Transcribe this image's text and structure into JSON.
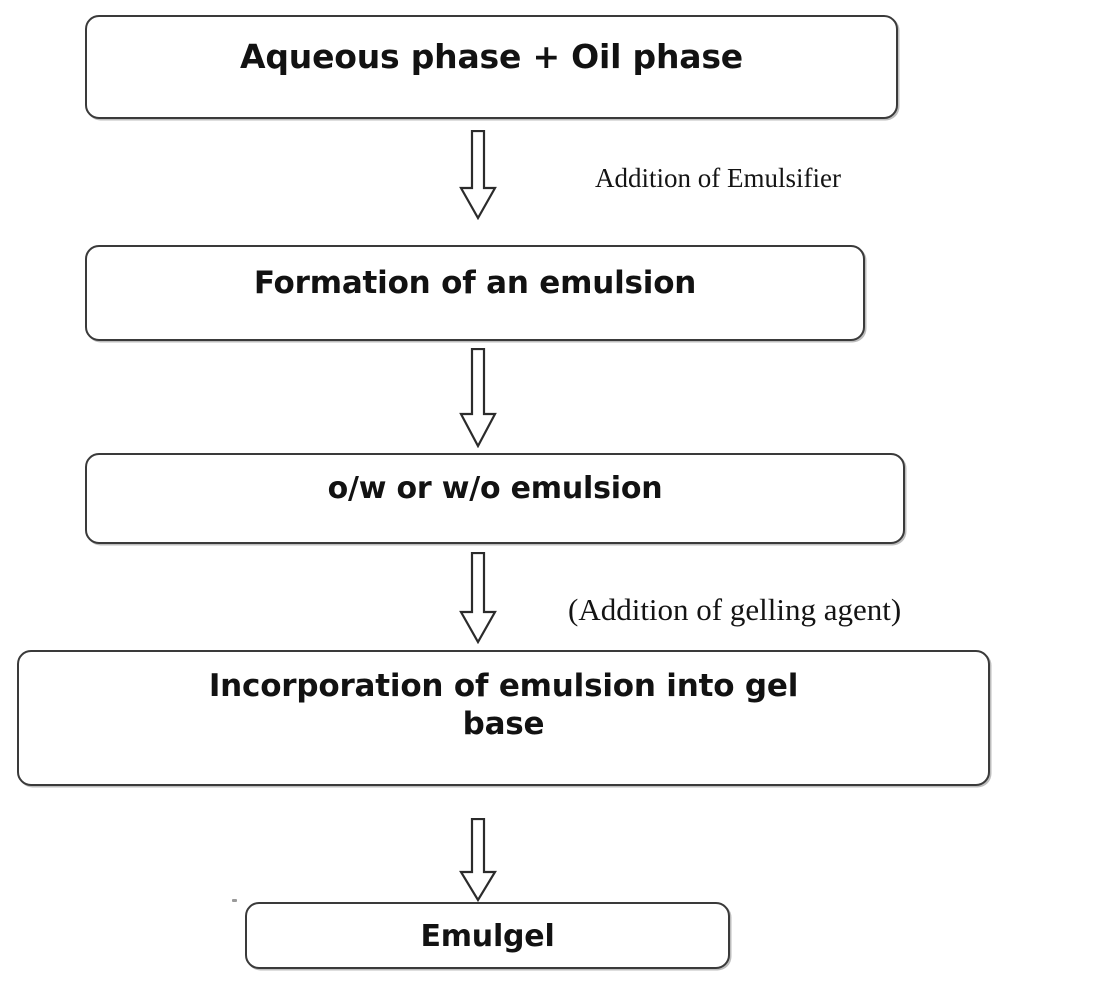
{
  "diagram": {
    "title": "Emulgel preparation flow chart",
    "type": "flowchart",
    "orientation": "top-to-bottom",
    "colors": {
      "box_border": "#3a3a3a",
      "box_fill": "#ffffff",
      "text": "#121212",
      "arrow_outline": "#2b2b2b",
      "arrow_fill": "#ffffff",
      "background": "#ffffff"
    },
    "nodes": [
      {
        "id": "node-1",
        "label": "Aqueous phase + Oil phase"
      },
      {
        "id": "node-2",
        "label": "Formation of an emulsion"
      },
      {
        "id": "node-3",
        "label": "o/w or w/o emulsion"
      },
      {
        "id": "node-4",
        "label": "Incorporation of emulsion into gel base"
      },
      {
        "id": "node-5",
        "label": "Emulgel"
      }
    ],
    "connectors": [
      {
        "id": "arrow-1",
        "from": "node-1",
        "to": "node-2",
        "shape": "hollow-block-arrow",
        "direction": "down",
        "label": "Addition of Emulsifier"
      },
      {
        "id": "arrow-2",
        "from": "node-2",
        "to": "node-3",
        "shape": "hollow-block-arrow",
        "direction": "down",
        "label": ""
      },
      {
        "id": "arrow-3",
        "from": "node-3",
        "to": "node-4",
        "shape": "hollow-block-arrow",
        "direction": "down",
        "label": "(Addition of gelling agent)"
      },
      {
        "id": "arrow-4",
        "from": "node-4",
        "to": "node-5",
        "shape": "hollow-block-arrow",
        "direction": "down",
        "label": ""
      }
    ],
    "edge_labels": {
      "emulsifier": "Addition of Emulsifier",
      "gelling_agent": "(Addition of gelling agent)"
    }
  }
}
